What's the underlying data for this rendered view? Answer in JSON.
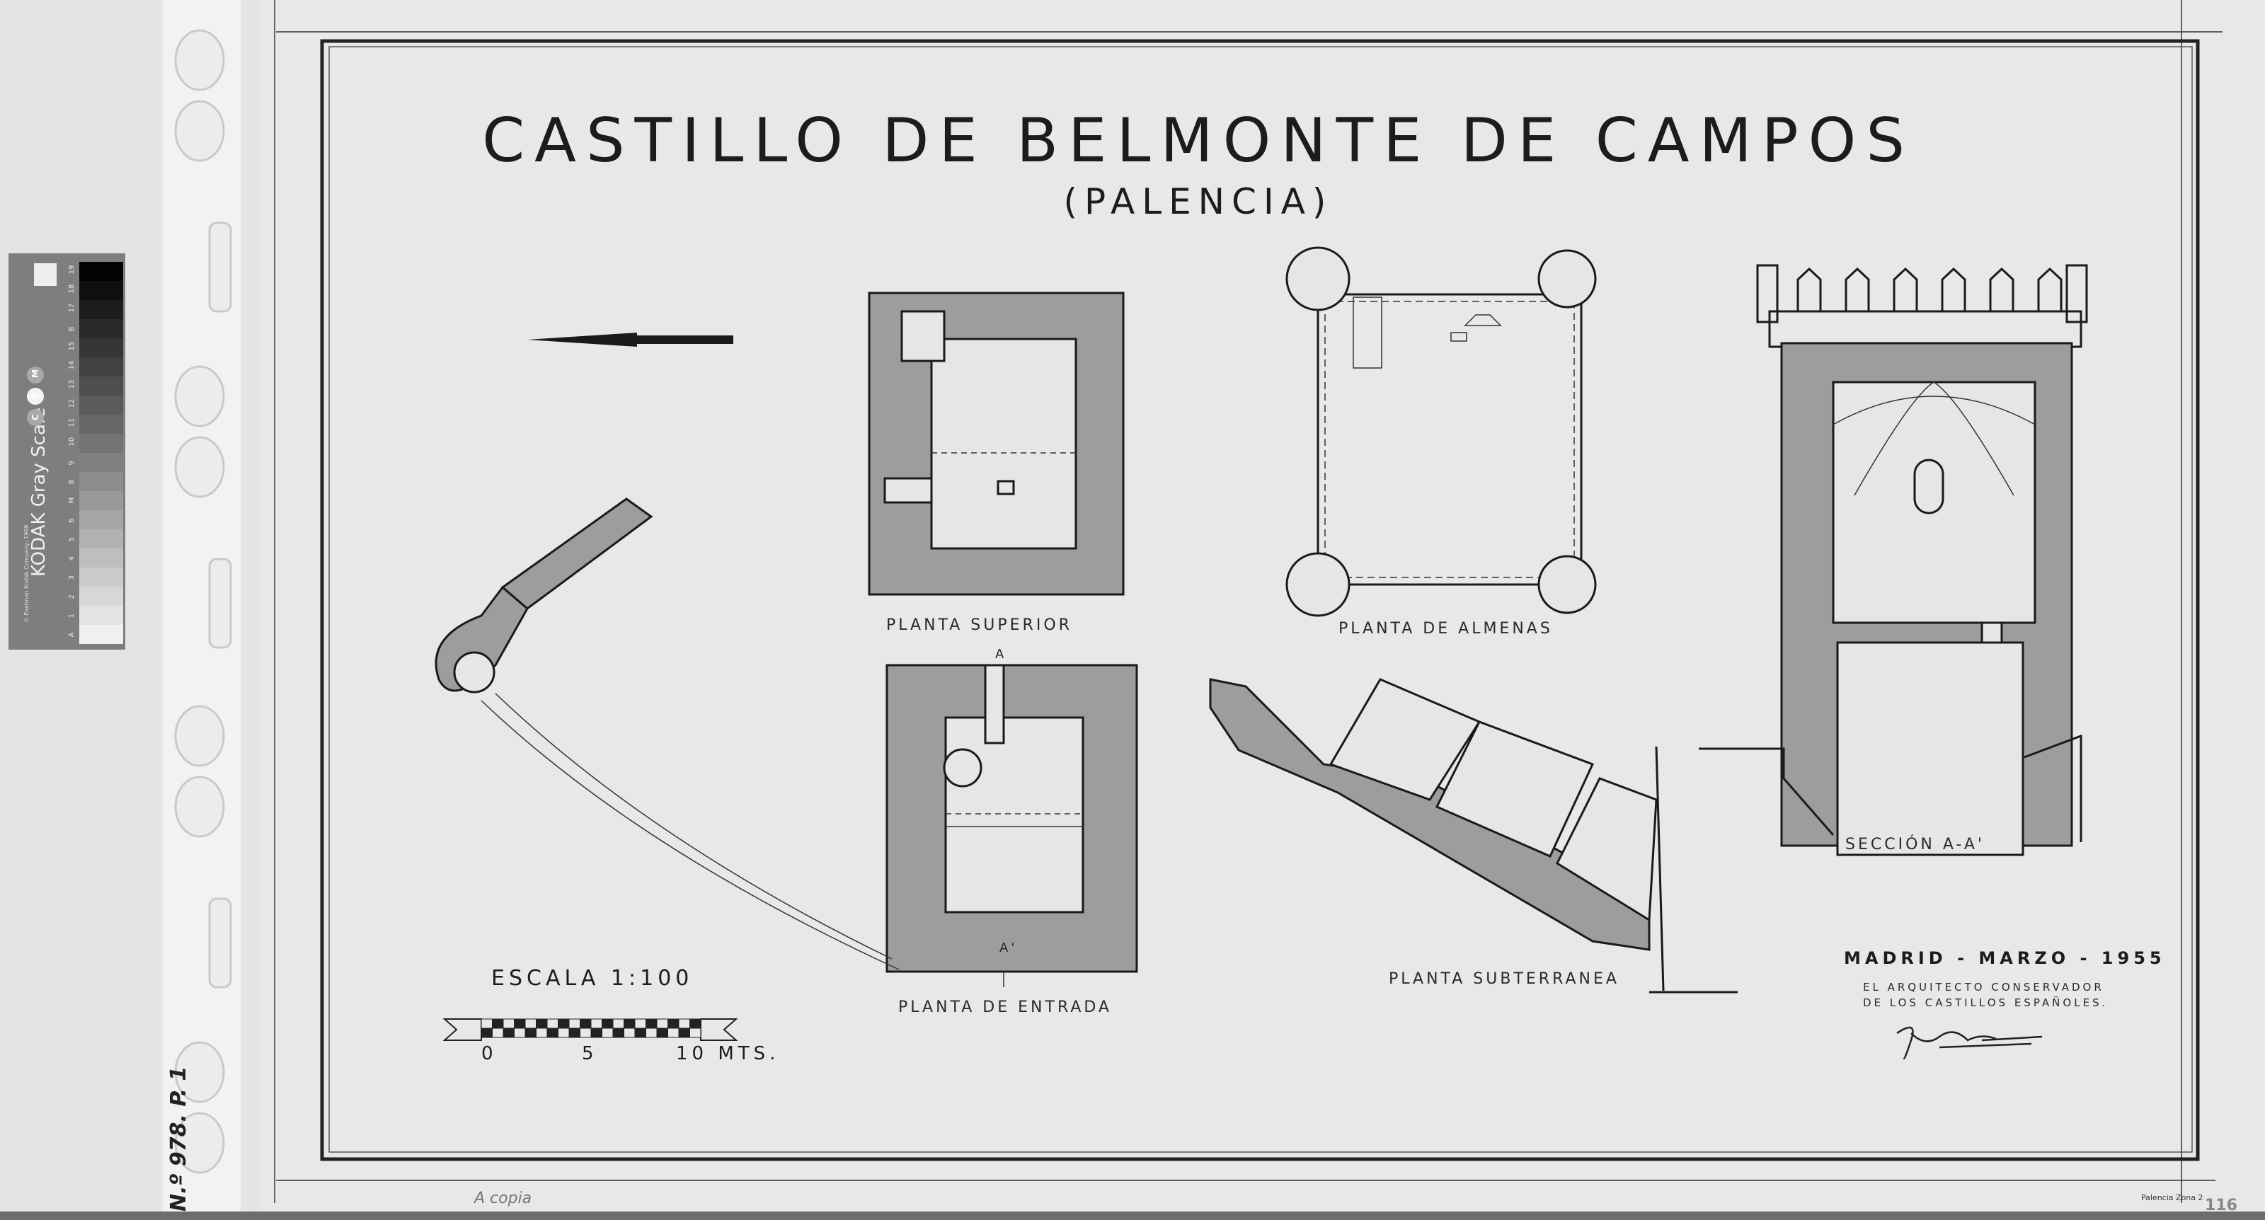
{
  "title": "CASTILLO DE BELMONTE DE CAMPOS",
  "subtitle": "(PALENCIA)",
  "drawings": {
    "planta_superior": "PLANTA SUPERIOR",
    "planta_entrada": "PLANTA DE ENTRADA",
    "planta_almenas": "PLANTA DE ALMENAS",
    "planta_subterranea": "PLANTA SUBTERRANEA",
    "seccion": "SECCIÓN A-A'",
    "section_mark_top": "A",
    "section_mark_bottom": "A'"
  },
  "scale": {
    "label": "ESCALA 1:100",
    "ticks": [
      "0",
      "5",
      "10 MTS."
    ]
  },
  "credits": {
    "place_date": "MADRID - MARZO - 1955",
    "role_line1": "EL ARQUITECTO CONSERVADOR",
    "role_line2": "DE LOS CASTILLOS ESPAÑOLES.",
    "signature": "J. Valentín"
  },
  "archive": {
    "reference": "N.º 978. P. 1",
    "note": "A copia",
    "location": "Palencia Zona 2",
    "sheet_number": "116"
  },
  "kodak": {
    "brand": "KODAK Gray Scale",
    "copyright": "© Eastman Kodak Company, 1999",
    "color_marks": [
      "C",
      "Y",
      "M"
    ],
    "steps": [
      "A",
      "1",
      "2",
      "3",
      "4",
      "5",
      "6",
      "M",
      "8",
      "9",
      "10",
      "11",
      "12",
      "13",
      "14",
      "15",
      "B",
      "17",
      "18",
      "19"
    ]
  },
  "colors": {
    "paper": "#e9e9e9",
    "ink": "#1a1a1a",
    "wall_fill": "#9d9d9d"
  }
}
